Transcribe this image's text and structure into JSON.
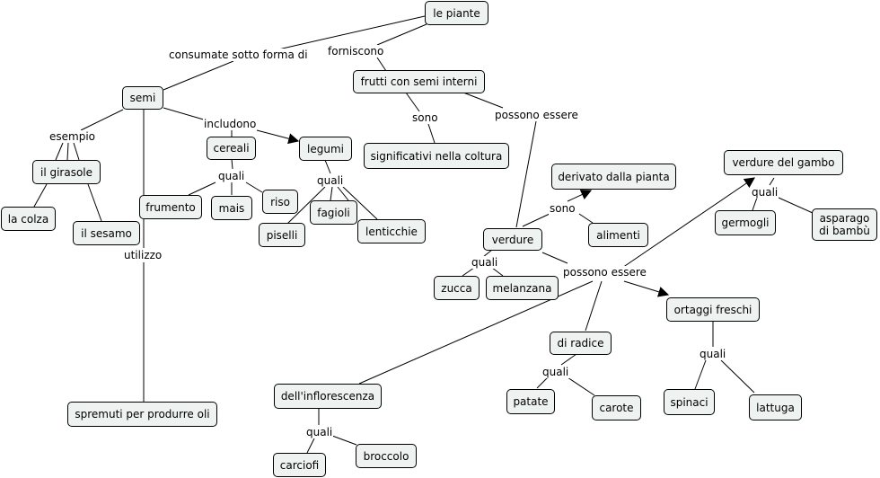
{
  "concept_map": {
    "nodes": {
      "le_piante": "le piante",
      "semi": "semi",
      "frutti_con_semi_interni": "frutti con semi interni",
      "significativi_nella_coltura": "significativi nella coltura",
      "il_girasole": "il girasole",
      "la_colza": "la colza",
      "il_sesamo": "il sesamo",
      "cereali": "cereali",
      "legumi": "legumi",
      "frumento": "frumento",
      "mais": "mais",
      "riso": "riso",
      "fagioli": "fagioli",
      "piselli": "piselli",
      "lenticchie": "lenticchie",
      "spremuti_per_produrre_oli": "spremuti per produrre oli",
      "derivato_dalla_pianta": "derivato dalla pianta",
      "verdure": "verdure",
      "alimenti": "alimenti",
      "zucca": "zucca",
      "melanzana": "melanzana",
      "verdure_del_gambo": "verdure del gambo",
      "germogli": "germogli",
      "asparago_di_bambu": "asparago\ndi bambù",
      "ortaggi_freschi": "ortaggi freschi",
      "di_radice": "di radice",
      "patate": "patate",
      "carote": "carote",
      "spinaci": "spinaci",
      "lattuga": "lattuga",
      "dell_inflorescenza": "dell'inflorescenza",
      "carciofi": "carciofi",
      "broccolo": "broccolo"
    },
    "links": {
      "consumate_sotto_forma_di": "consumate sotto forma di",
      "forniscono": "forniscono",
      "sono_1": "sono",
      "possono_essere_1": "possono essere",
      "esempio": "esempio",
      "includono": "includono",
      "quali_cereali": "quali",
      "quali_legumi": "quali",
      "utilizzo": "utilizzo",
      "sono_2": "sono",
      "quali_verdure": "quali",
      "possono_essere_2": "possono essere",
      "quali_gambo": "quali",
      "quali_radice": "quali",
      "quali_ortaggi": "quali",
      "quali_inflorescenza": "quali"
    }
  }
}
